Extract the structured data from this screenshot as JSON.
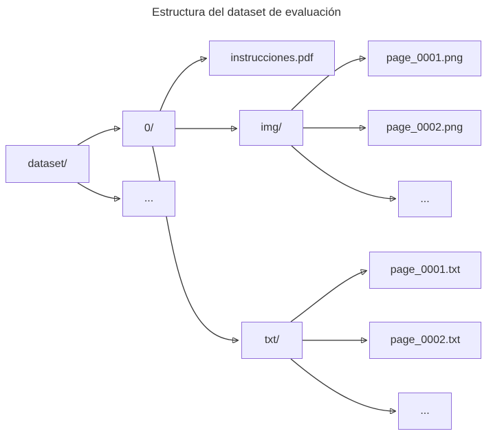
{
  "title": "Estructura del dataset de evaluación",
  "diagram": {
    "type": "flowchart-left-to-right",
    "colors": {
      "node_fill": "#ECECFF",
      "node_border": "#9370DB",
      "edge_stroke": "#333333",
      "text": "#333333",
      "background": "#FFFFFF"
    },
    "nodes": [
      {
        "id": "dataset",
        "label": "dataset/"
      },
      {
        "id": "zero",
        "label": "0/"
      },
      {
        "id": "ellipsis1",
        "label": "..."
      },
      {
        "id": "instrucciones",
        "label": "instrucciones.pdf"
      },
      {
        "id": "img",
        "label": "img/"
      },
      {
        "id": "png1",
        "label": "page_0001.png"
      },
      {
        "id": "png2",
        "label": "page_0002.png"
      },
      {
        "id": "ellipsis2",
        "label": "..."
      },
      {
        "id": "txt",
        "label": "txt/"
      },
      {
        "id": "txt1",
        "label": "page_0001.txt"
      },
      {
        "id": "txt2",
        "label": "page_0002.txt"
      },
      {
        "id": "ellipsis3",
        "label": "..."
      }
    ],
    "edges": [
      {
        "from": "dataset",
        "to": "zero"
      },
      {
        "from": "dataset",
        "to": "ellipsis1"
      },
      {
        "from": "zero",
        "to": "instrucciones"
      },
      {
        "from": "zero",
        "to": "img"
      },
      {
        "from": "zero",
        "to": "txt"
      },
      {
        "from": "img",
        "to": "png1"
      },
      {
        "from": "img",
        "to": "png2"
      },
      {
        "from": "img",
        "to": "ellipsis2"
      },
      {
        "from": "txt",
        "to": "txt1"
      },
      {
        "from": "txt",
        "to": "txt2"
      },
      {
        "from": "txt",
        "to": "ellipsis3"
      }
    ]
  }
}
